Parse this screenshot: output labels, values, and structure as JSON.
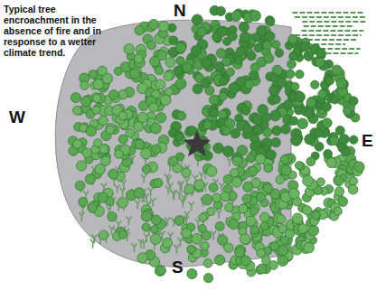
{
  "diagram": {
    "labels": [
      "Typical tree encroachment in the absence of fire and in response to a wetter climate trend.",
      "N",
      "W",
      "E",
      "S"
    ]
  }
}
